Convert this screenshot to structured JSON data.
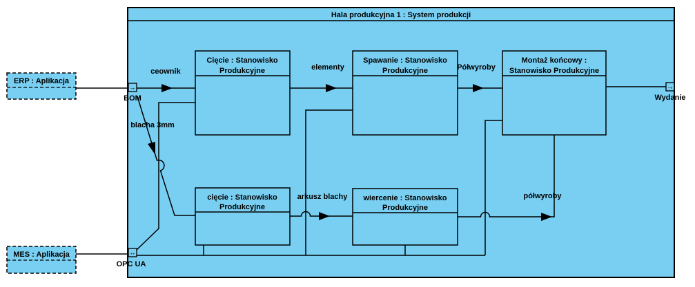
{
  "colors": {
    "shape_fill": "#79CFF2",
    "border": "#000000",
    "page_bg": "#FFFFFF"
  },
  "container": {
    "title": "Hala produkcyjna 1 : System produkcji"
  },
  "external_apps": {
    "erp": {
      "label": "ERP : Aplikacja"
    },
    "mes": {
      "label": "MES : Aplikacja"
    }
  },
  "blocks": {
    "ciecie_top": {
      "line1": "Cięcie : Stanowisko",
      "line2": "Produkcyjne"
    },
    "spawanie": {
      "line1": "Spawanie : Stanowisko",
      "line2": "Produkcyjne"
    },
    "montaz": {
      "line1": "Montaż końcowy :",
      "line2": "Stanowisko Produkcyjne"
    },
    "ciecie_bottom": {
      "line1": "cięcie : Stanowisko",
      "line2": "Produkcyjne"
    },
    "wiercenie": {
      "line1": "wiercenie : Stanowisko",
      "line2": "Produkcyjne"
    }
  },
  "ports": {
    "bom": {
      "label": "BOM",
      "glyph": "→"
    },
    "opcua": {
      "label": "OPC UA",
      "glyph": "↔"
    },
    "wydanie": {
      "label": "Wydanie",
      "glyph": "→"
    }
  },
  "flows": {
    "ceownik": "ceownik",
    "elementy": "elementy",
    "polwyroby_top": "Półwyroby",
    "blacha": "blacha 3mm",
    "arkusz": "arkusz blachy",
    "polwyroby_bottom": "półwyroby"
  }
}
